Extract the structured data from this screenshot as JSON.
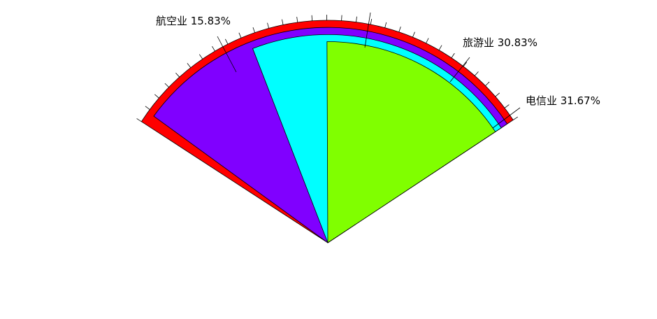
{
  "chart_data": {
    "type": "pie",
    "title": "",
    "subtitle": "",
    "legend": "none",
    "slices": [
      {
        "label": "电信业 31.67%",
        "value": 31.67,
        "color": "#ff0000"
      },
      {
        "label": "旅游业 30.83%",
        "value": 30.83,
        "color": "#8000ff"
      },
      {
        "label": "",
        "value": 21.67,
        "color": "#00ffff"
      },
      {
        "label": "航空业 15.83%",
        "value": 15.83,
        "color": "#80ff00"
      }
    ]
  }
}
